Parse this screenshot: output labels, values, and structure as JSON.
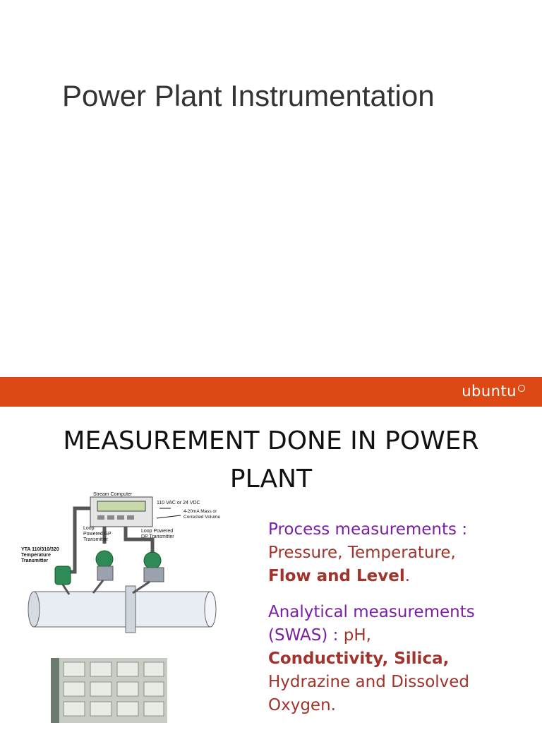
{
  "slide1": {
    "title": "Power Plant Instrumentation"
  },
  "banner": {
    "brand": "ubuntu",
    "color": "#dd4814"
  },
  "slide2": {
    "title_line1": "MEASUREMENT DONE IN POWER",
    "title_line2": "PLANT",
    "diagram": {
      "stream_computer": "Stream Computer",
      "power_label": "110 VAC or 24 VDC",
      "output_label_1": "4-20mA Mass or",
      "output_label_2": "Corrected Volume",
      "gp_label_1": "Loop",
      "gp_label_2": "Powered GP",
      "gp_label_3": "Transmitter",
      "dp_label_1": "Loop Powered",
      "dp_label_2": "DP Transmitter",
      "yta_label_1": "YTA 110/310/320",
      "yta_label_2": "Temperature",
      "yta_label_3": "Transmitter"
    },
    "bullet1": {
      "heading": "Process measurements :",
      "line2": "Pressure, Temperature,",
      "line3_bold": "Flow and Level",
      "line3_end": "."
    },
    "bullet2": {
      "heading": "Analytical measurements",
      "line2_a": "(SWAS) : ",
      "line2_b": "pH,",
      "line3": "Conductivity, Silica,",
      "line4": "Hydrazine and Dissolved",
      "line5": "Oxygen."
    }
  }
}
